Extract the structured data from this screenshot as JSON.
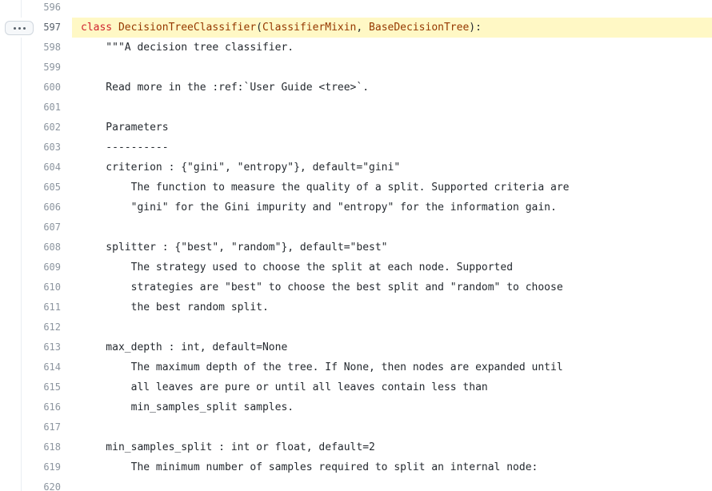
{
  "code_view": {
    "expand_button_label": "Expand code actions",
    "highlighted_line": "597",
    "lines": [
      {
        "n": "596",
        "text": ""
      },
      {
        "n": "597",
        "text": "class DecisionTreeClassifier(ClassifierMixin, BaseDecisionTree):"
      },
      {
        "n": "598",
        "text": "    \"\"\"A decision tree classifier."
      },
      {
        "n": "599",
        "text": ""
      },
      {
        "n": "600",
        "text": "    Read more in the :ref:`User Guide <tree>`."
      },
      {
        "n": "601",
        "text": ""
      },
      {
        "n": "602",
        "text": "    Parameters"
      },
      {
        "n": "603",
        "text": "    ----------"
      },
      {
        "n": "604",
        "text": "    criterion : {\"gini\", \"entropy\"}, default=\"gini\""
      },
      {
        "n": "605",
        "text": "        The function to measure the quality of a split. Supported criteria are"
      },
      {
        "n": "606",
        "text": "        \"gini\" for the Gini impurity and \"entropy\" for the information gain."
      },
      {
        "n": "607",
        "text": ""
      },
      {
        "n": "608",
        "text": "    splitter : {\"best\", \"random\"}, default=\"best\""
      },
      {
        "n": "609",
        "text": "        The strategy used to choose the split at each node. Supported"
      },
      {
        "n": "610",
        "text": "        strategies are \"best\" to choose the best split and \"random\" to choose"
      },
      {
        "n": "611",
        "text": "        the best random split."
      },
      {
        "n": "612",
        "text": ""
      },
      {
        "n": "613",
        "text": "    max_depth : int, default=None"
      },
      {
        "n": "614",
        "text": "        The maximum depth of the tree. If None, then nodes are expanded until"
      },
      {
        "n": "615",
        "text": "        all leaves are pure or until all leaves contain less than"
      },
      {
        "n": "616",
        "text": "        min_samples_split samples."
      },
      {
        "n": "617",
        "text": ""
      },
      {
        "n": "618",
        "text": "    min_samples_split : int or float, default=2"
      },
      {
        "n": "619",
        "text": "        The minimum number of samples required to split an internal node:"
      },
      {
        "n": "620",
        "text": ""
      }
    ],
    "class_line": {
      "indent": "",
      "keyword": "class",
      "space": " ",
      "name": "DecisionTreeClassifier",
      "open": "(",
      "base1": "ClassifierMixin",
      "sep": ", ",
      "base2": "BaseDecisionTree",
      "close": "):"
    },
    "colors": {
      "keyword": "#cf222e",
      "class_name": "#953800",
      "highlight_bg": "#fff8c5",
      "line_number": "#8c959f",
      "text": "#24292f"
    }
  }
}
